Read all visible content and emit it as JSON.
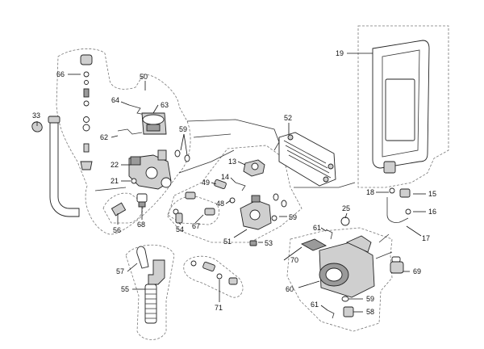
{
  "diagram": {
    "callouts": [
      {
        "id": "66",
        "label": "66"
      },
      {
        "id": "50",
        "label": "50"
      },
      {
        "id": "64",
        "label": "64"
      },
      {
        "id": "63",
        "label": "63"
      },
      {
        "id": "33",
        "label": "33"
      },
      {
        "id": "62",
        "label": "62"
      },
      {
        "id": "59a",
        "label": "59"
      },
      {
        "id": "22",
        "label": "22"
      },
      {
        "id": "21",
        "label": "21"
      },
      {
        "id": "56",
        "label": "56"
      },
      {
        "id": "68",
        "label": "68"
      },
      {
        "id": "13",
        "label": "13"
      },
      {
        "id": "14",
        "label": "14"
      },
      {
        "id": "49",
        "label": "49"
      },
      {
        "id": "48",
        "label": "48"
      },
      {
        "id": "67",
        "label": "67"
      },
      {
        "id": "54",
        "label": "54"
      },
      {
        "id": "51",
        "label": "51"
      },
      {
        "id": "53",
        "label": "53"
      },
      {
        "id": "52",
        "label": "52"
      },
      {
        "id": "59b",
        "label": "59"
      },
      {
        "id": "19",
        "label": "19"
      },
      {
        "id": "18",
        "label": "18"
      },
      {
        "id": "15",
        "label": "15"
      },
      {
        "id": "16",
        "label": "16"
      },
      {
        "id": "17",
        "label": "17"
      },
      {
        "id": "25",
        "label": "25"
      },
      {
        "id": "61a",
        "label": "61"
      },
      {
        "id": "70",
        "label": "70"
      },
      {
        "id": "69",
        "label": "69"
      },
      {
        "id": "60",
        "label": "60"
      },
      {
        "id": "59c",
        "label": "59"
      },
      {
        "id": "61b",
        "label": "61"
      },
      {
        "id": "58",
        "label": "58"
      },
      {
        "id": "57",
        "label": "57"
      },
      {
        "id": "55",
        "label": "55"
      },
      {
        "id": "71",
        "label": "71"
      }
    ]
  }
}
